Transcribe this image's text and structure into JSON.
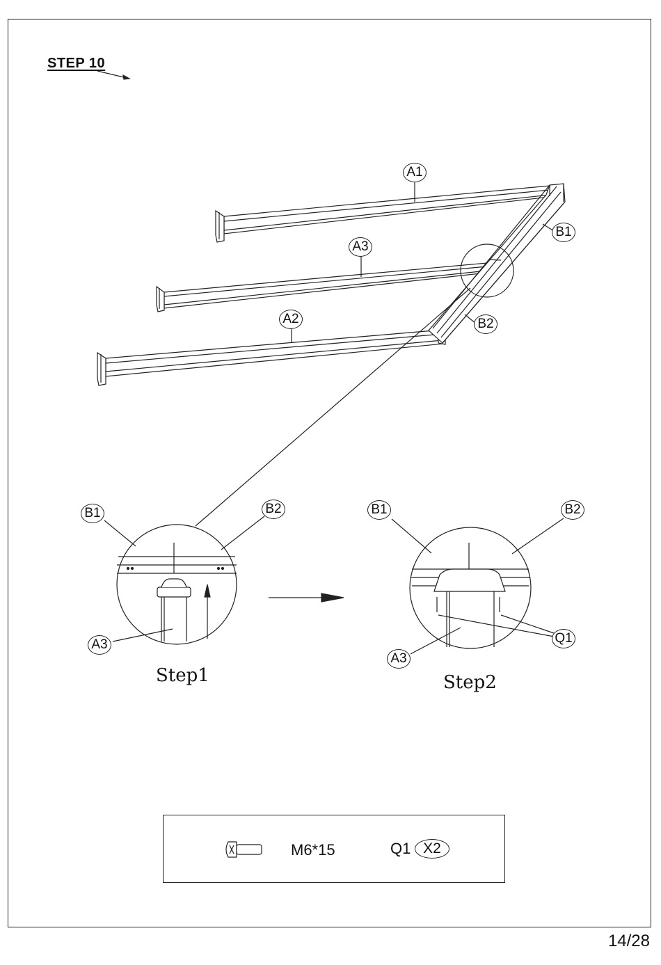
{
  "header": {
    "step_title": "STEP 10"
  },
  "parts": {
    "a1": "A1",
    "a2": "A2",
    "a3": "A3",
    "b1": "B1",
    "b2": "B2",
    "q1": "Q1"
  },
  "detail": {
    "step1_label": "Step1",
    "step2_label": "Step2"
  },
  "hardware": {
    "spec": "M6*15",
    "part": "Q1",
    "quantity": "X2",
    "icon": "bolt-icon"
  },
  "footer": {
    "page_number": "14/28"
  }
}
